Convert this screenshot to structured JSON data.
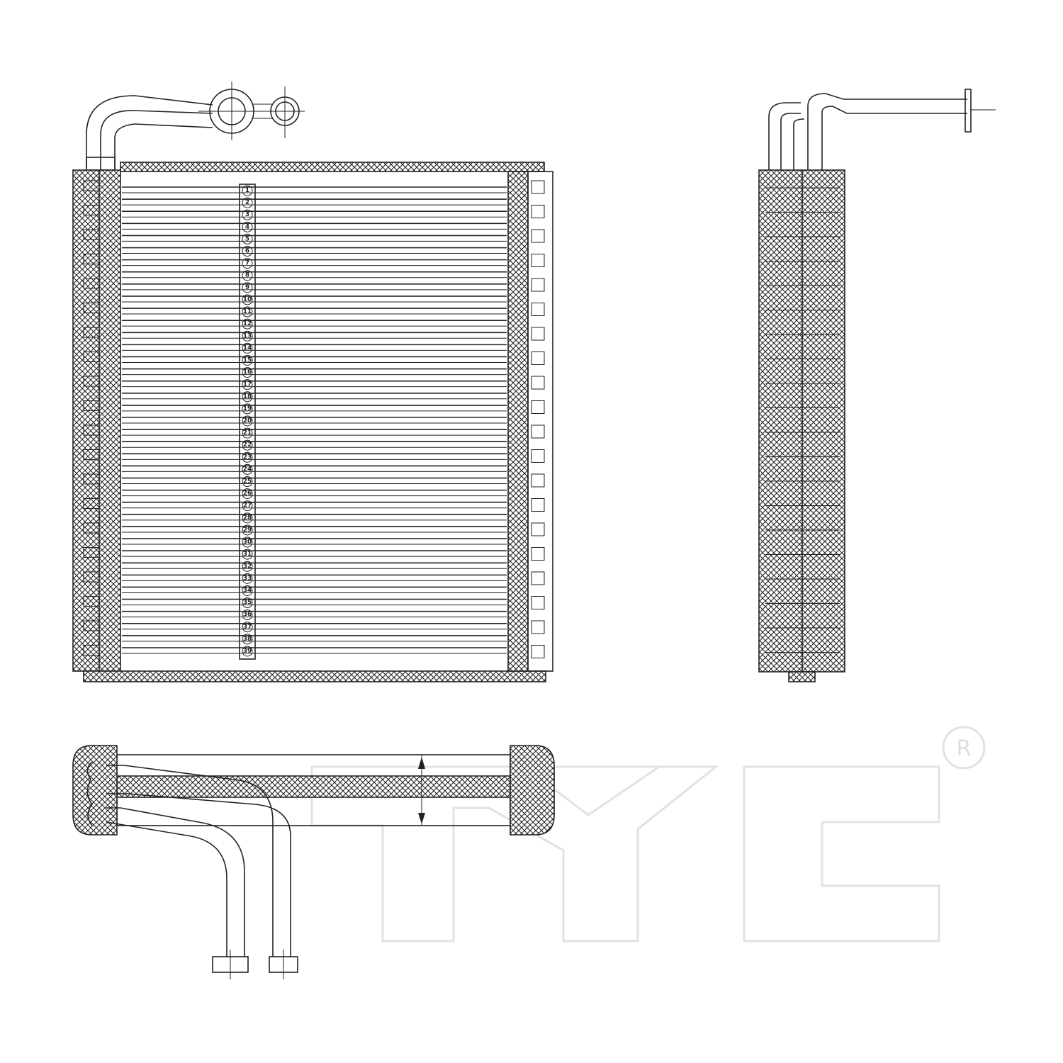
{
  "title": "",
  "front_view": {
    "tube_labels": [
      "1",
      "2",
      "3",
      "4",
      "5",
      "6",
      "7",
      "8",
      "9",
      "10",
      "11",
      "12",
      "13",
      "14",
      "15",
      "16",
      "17",
      "18",
      "19",
      "20",
      "21",
      "22",
      "23",
      "24",
      "25",
      "26",
      "27",
      "28",
      "29",
      "30",
      "31",
      "32",
      "33",
      "34",
      "35",
      "36",
      "37",
      "38",
      "39"
    ]
  },
  "watermark": {
    "brand": "TYC",
    "registered_mark": "®",
    "color": "#e2e2e2"
  },
  "colors": {
    "line": "#222222",
    "background": "#ffffff"
  }
}
